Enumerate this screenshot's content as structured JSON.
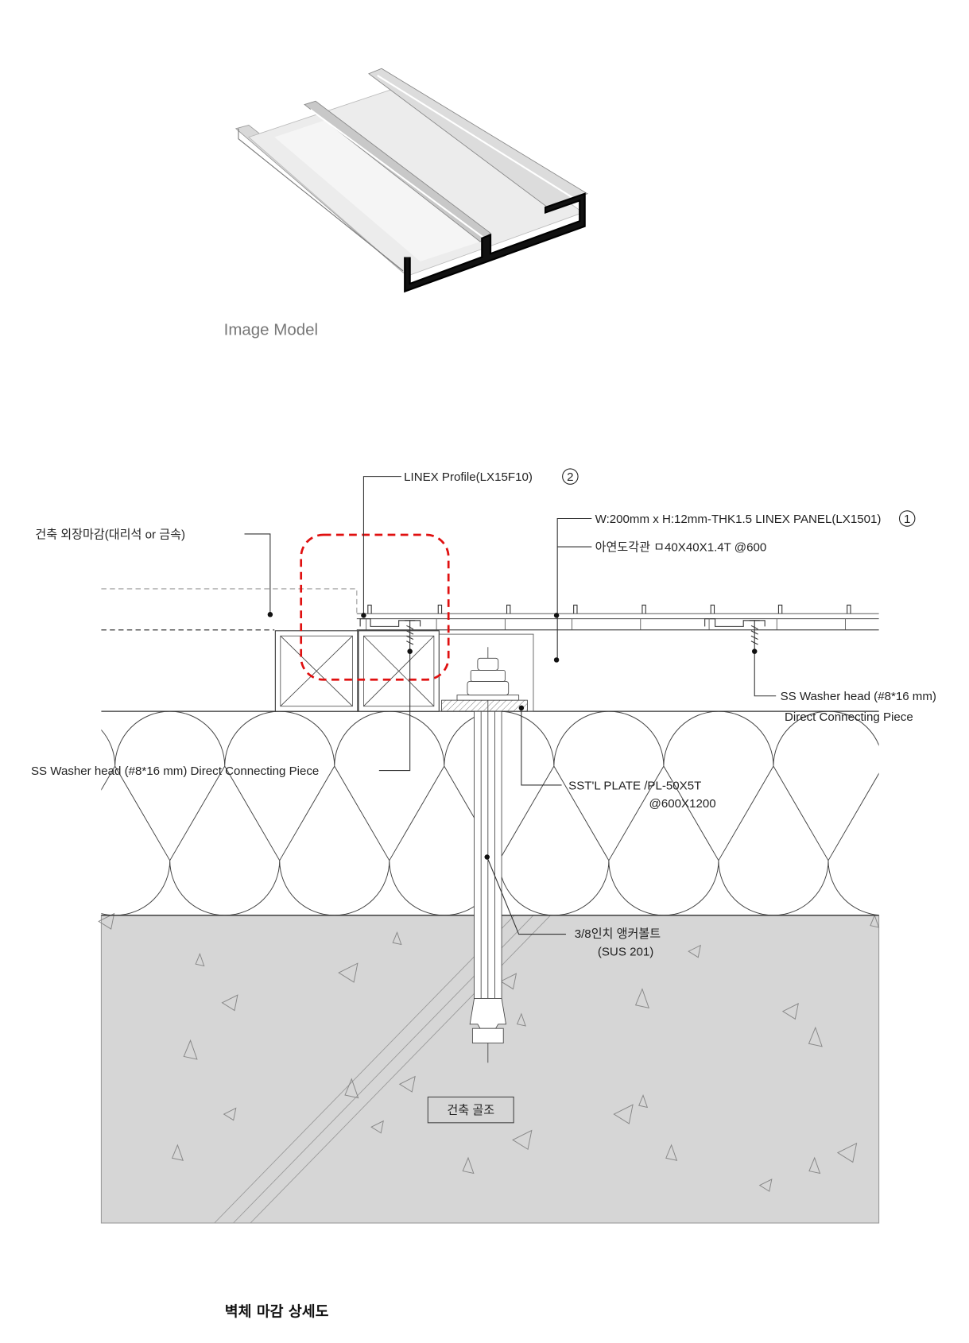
{
  "image_model": {
    "caption": "Image Model"
  },
  "labels": {
    "exterior_finish": "건축 외장마감(대리석 or 금속)",
    "linex_profile": "LINEX Profile(LX15F10)",
    "linex_profile_no": "2",
    "linex_panel": "W:200mm x H:12mm-THK1.5 LINEX PANEL(LX1501)",
    "linex_panel_no": "1",
    "square_pipe": "아연도각관 ㅁ40X40X1.4T @600",
    "washer_right_1": "SS Washer head (#8*16 mm)",
    "washer_right_2": "Direct Connecting Piece",
    "washer_left": "SS Washer head (#8*16 mm) Direct Connecting Piece",
    "steel_plate_1": "SST'L PLATE /PL-50X5T",
    "steel_plate_2": "@600X1200",
    "anchor_bolt_1": "3/8인치 앵커볼트",
    "anchor_bolt_2": "(SUS 201)",
    "structure": "건축 골조"
  },
  "highlight_color": "#e01010",
  "concrete_color": "#d6d6d6",
  "drawing_title": "벽체 마감 상세도"
}
